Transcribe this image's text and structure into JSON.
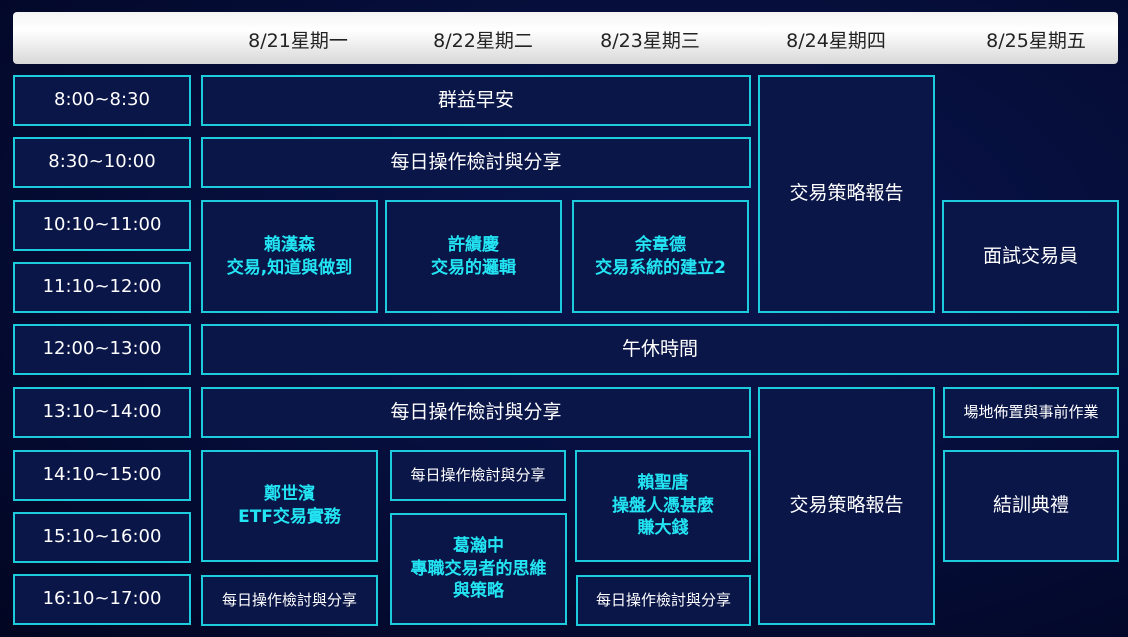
{
  "header": {
    "days": [
      "8/21星期一",
      "8/22星期二",
      "8/23星期三",
      "8/24星期四",
      "8/25星期五"
    ]
  },
  "times": [
    "8:00~8:30",
    "8:30~10:00",
    "10:10~11:00",
    "11:10~12:00",
    "12:00~13:00",
    "13:10~14:00",
    "14:10~15:00",
    "15:10~16:00",
    "16:10~17:00"
  ],
  "events": {
    "morning": "群益早安",
    "review1": "每日操作檢討與分享",
    "report1": "交易策略報告",
    "lai_name": "賴漢森",
    "lai_title": "交易,知道與做到",
    "hsu_name": "許績慶",
    "hsu_title": "交易的邏輯",
    "yu_name": "余韋德",
    "yu_title": "交易系統的建立2",
    "interview": "面試交易員",
    "lunch": "午休時間",
    "review2": "每日操作檢討與分享",
    "report2": "交易策略報告",
    "venue": "場地佈置與事前作業",
    "cheng_name": "鄭世濱",
    "cheng_title": "ETF交易實務",
    "review3": "每日操作檢討與分享",
    "ge_name": "葛瀚中",
    "ge_title1": "專職交易者的思維",
    "ge_title2": "與策略",
    "laisheng_name": "賴聖唐",
    "laisheng_title1": "操盤人憑甚麼",
    "laisheng_title2": "賺大錢",
    "graduation": "結訓典禮",
    "review4": "每日操作檢討與分享",
    "review5": "每日操作檢討與分享"
  }
}
